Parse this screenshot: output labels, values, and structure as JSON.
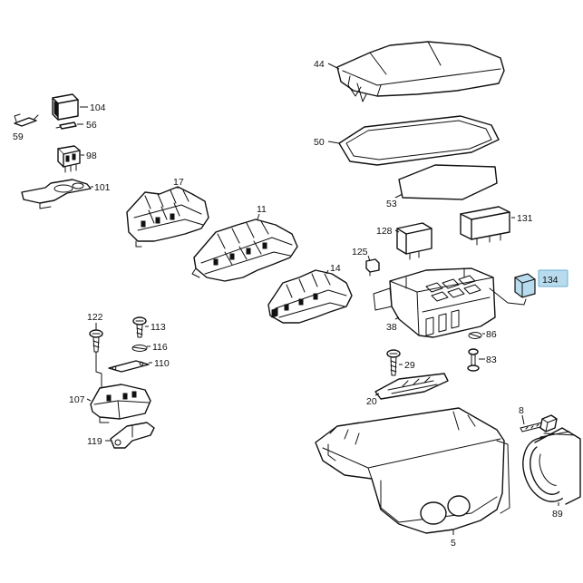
{
  "diagram": {
    "highlight_color": "#b8dcee",
    "callouts": {
      "c104": "104",
      "c56": "56",
      "c59": "59",
      "c98": "98",
      "c101": "101",
      "c17": "17",
      "c11": "11",
      "c14": "14",
      "c44": "44",
      "c50": "50",
      "c53": "53",
      "c128": "128",
      "c131": "131",
      "c125": "125",
      "c134": "134",
      "c38": "38",
      "c86": "86",
      "c83": "83",
      "c29": "29",
      "c20": "20",
      "c122": "122",
      "c113": "113",
      "c116": "116",
      "c110": "110",
      "c107": "107",
      "c119": "119",
      "c8": "8",
      "c89": "89",
      "c5": "5"
    }
  }
}
